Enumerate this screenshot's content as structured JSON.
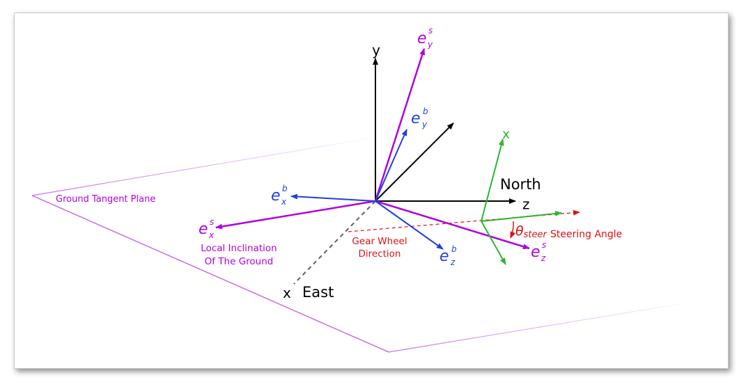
{
  "colors": {
    "purple": "#b000e0",
    "blue": "#1f3fe0",
    "black": "#000000",
    "green": "#2db52d",
    "red": "#e01010",
    "gray": "#606060",
    "plane": "#c060f0"
  },
  "labels": {
    "y": "y",
    "z": "z",
    "x_east": "x",
    "east": "East",
    "north": "North",
    "x_green": "x",
    "ground_plane": "Ground Tangent Plane",
    "local_incl_1": "Local Inclination",
    "local_incl_2": "Of The Ground",
    "gear_1": "Gear Wheel",
    "gear_2": "Direction",
    "theta": "θ",
    "theta_sub": "steer",
    "steering": "Steering Angle"
  },
  "vectors": {
    "e_letter": "e",
    "esy_sup": "s",
    "esy_sub": "y",
    "eby_sup": "b",
    "eby_sub": "y",
    "ebx_sup": "b",
    "ebx_sub": "x",
    "esx_sup": "s",
    "esx_sub": "x",
    "ebz_sup": "b",
    "ebz_sub": "z",
    "esz_sup": "s",
    "esz_sub": "z"
  }
}
